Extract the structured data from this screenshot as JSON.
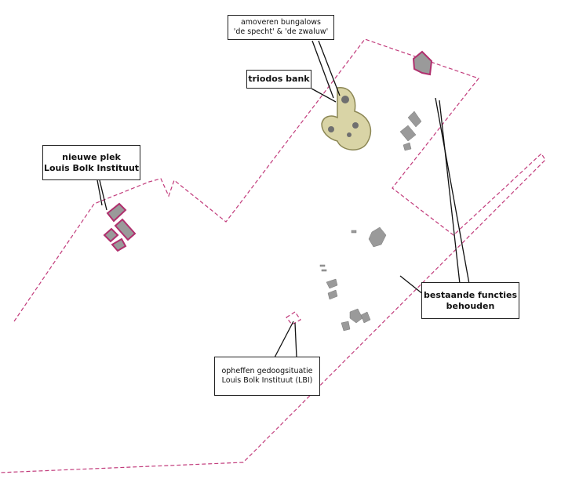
{
  "colors": {
    "boundary": "#c23c7c",
    "building_fill": "#9a9a9a",
    "building_outline_lbi": "#b0306e",
    "triodos_fill": "#d9d4a6",
    "triodos_stroke": "#8c8755",
    "leader_line": "#111111"
  },
  "labels": {
    "bungalows": {
      "line1": "amoveren bungalows",
      "line2": "'de specht' & 'de zwaluw'"
    },
    "triodos": {
      "line1": "triodos bank"
    },
    "lbi_new": {
      "line1": "nieuwe plek",
      "line2": "Louis Bolk Instituut"
    },
    "existing": {
      "line1": "bestaande functies",
      "line2": "behouden"
    },
    "remove_lbi": {
      "line1": "opheffen gedoogsituatie",
      "line2": "Louis Bolk Instituut (LBI)"
    }
  }
}
